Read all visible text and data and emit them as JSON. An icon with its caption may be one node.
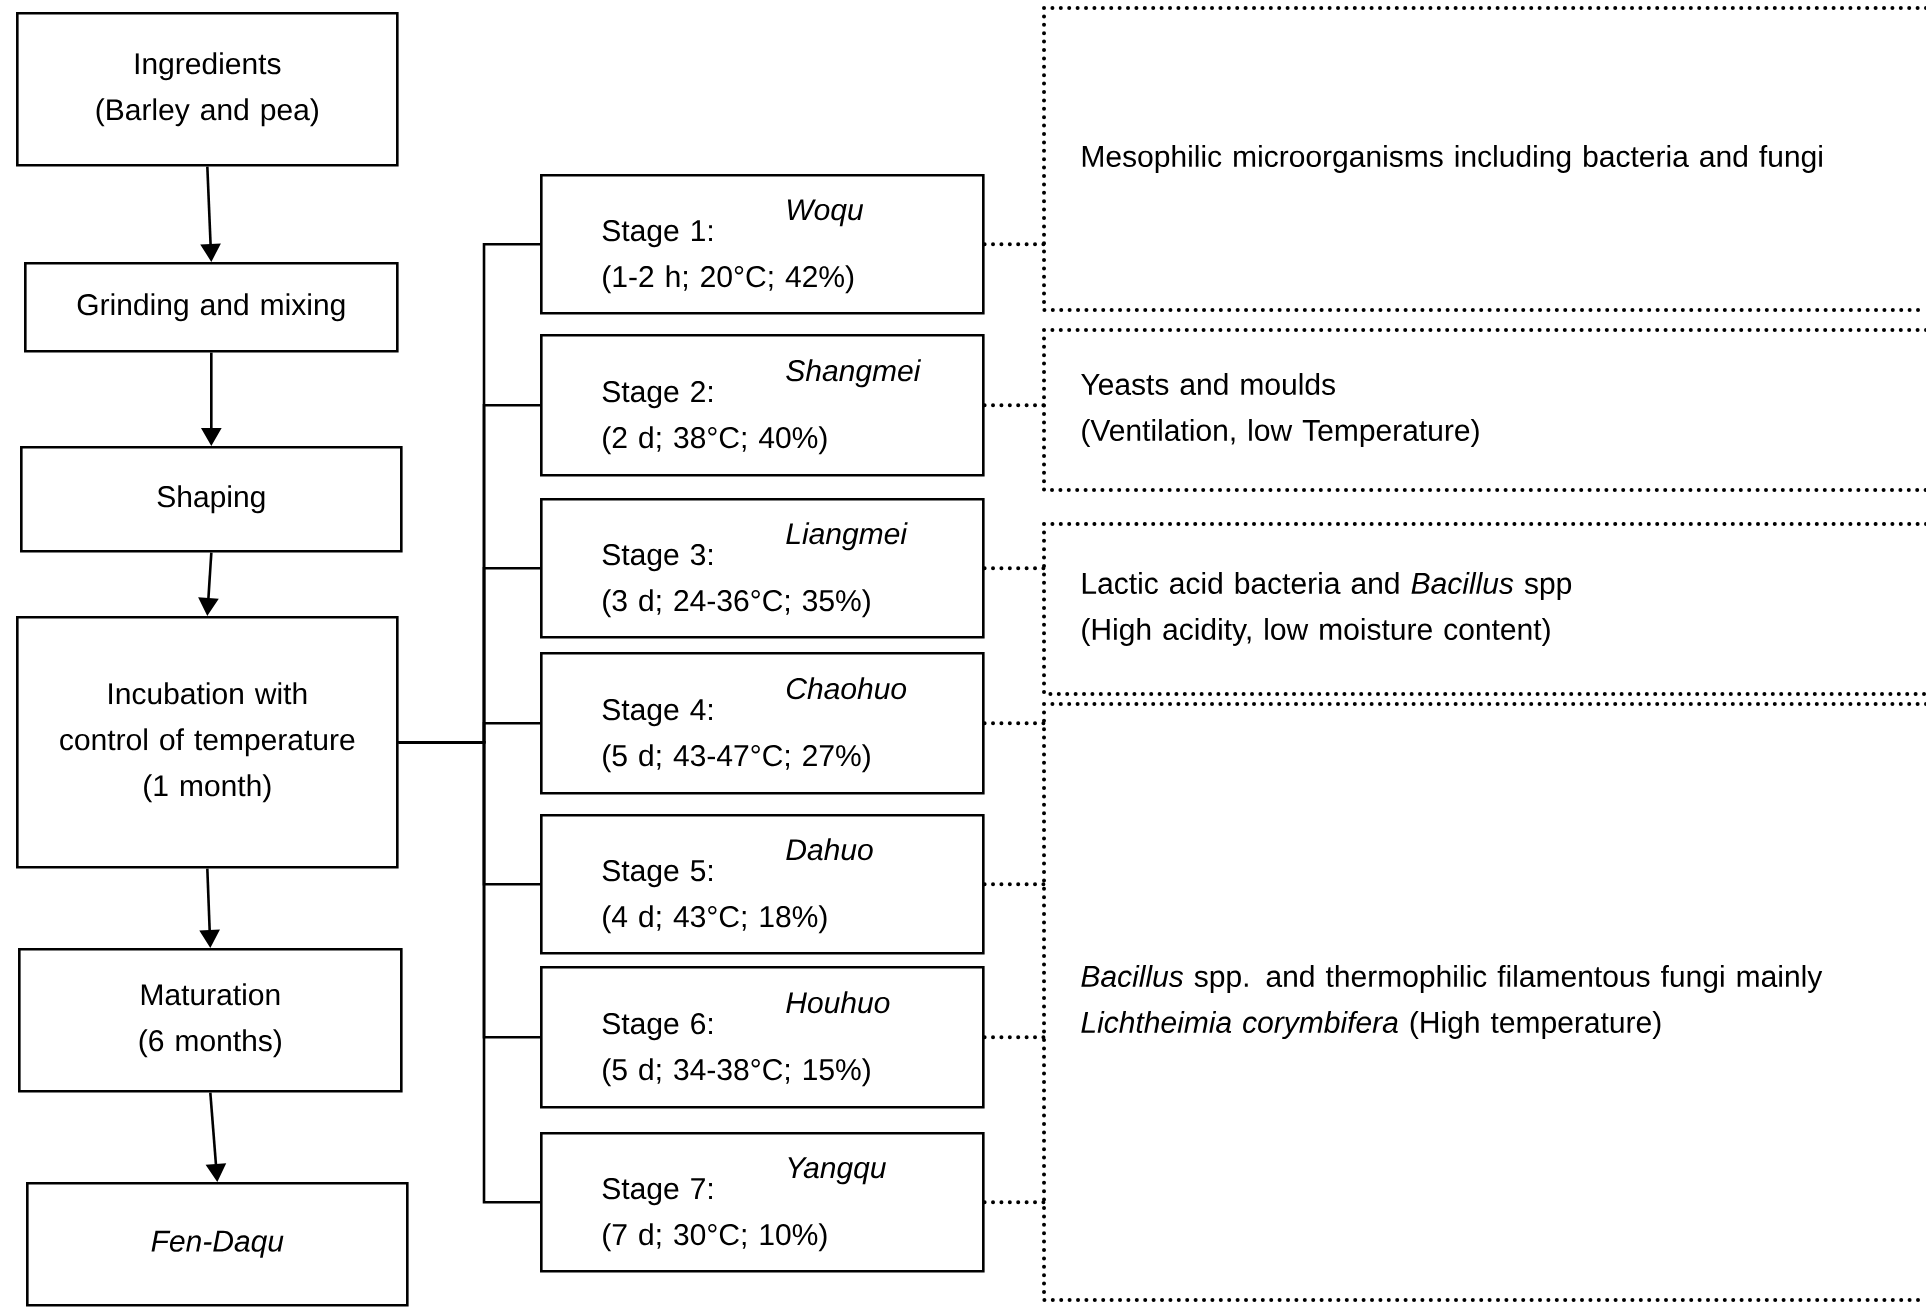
{
  "diagram": {
    "nodes": [
      {
        "text": [
          "Ingredients",
          "(Barley and pea)"
        ]
      },
      {
        "text": [
          "Grinding and mixing"
        ]
      },
      {
        "text": [
          "Shaping"
        ]
      },
      {
        "text": [
          "Incubation with control of temperature",
          "(1 month)"
        ]
      },
      {
        "text": [
          "Maturation",
          "(6 months)"
        ]
      },
      {
        "text": [
          "Fen-Daqu"
        ]
      },
      {
        "text": [
          "Stage 1:",
          "Woqu",
          "(1-2 h; 20°C; 42%)"
        ]
      },
      {
        "text": [
          "Stage 2:",
          "Shangmei",
          "(2 d; 38°C; 40%)"
        ]
      },
      {
        "text": [
          "Stage 3:",
          "Liangmei",
          "(3 d; 24-36°C; 35%)"
        ]
      },
      {
        "text": [
          "Stage 4:",
          "Chaohuo",
          "(5 d; 43-47°C; 27%)"
        ]
      },
      {
        "text": [
          "Stage 5:",
          "Dahuo",
          "(4 d; 43°C; 18%)"
        ]
      },
      {
        "text": [
          "Stage 6:",
          "Houhuo",
          "(5 d; 34-38°C; 15%)"
        ]
      },
      {
        "text": [
          "Stage 7:",
          "Yangqu",
          "(7 d; 30°C; 10%)"
        ]
      },
      {
        "text": [
          "Mesophilic microorganisms including bacteria and fungi"
        ]
      },
      {
        "text": [
          "Yeasts and moulds",
          "(Ventilation, low Temperature)"
        ]
      },
      {
        "text": [
          "Lactic acid bacteria and *Bacillus* spp",
          "(High acidity, low moisture content)"
        ]
      },
      {
        "text": [
          "*Bacillus* spp. and thermophilic filamentous fungi mainly *Lichtheimia corymbifera* (High temperature)"
        ]
      }
    ],
    "edges": [
      {
        "from": 0,
        "to": 1,
        "arrow": "to"
      },
      {
        "from": 1,
        "to": 2,
        "arrow": "to"
      },
      {
        "from": 2,
        "to": 3,
        "arrow": "to"
      },
      {
        "from": 3,
        "to": 4,
        "arrow": "to"
      },
      {
        "from": 4,
        "to": 5,
        "arrow": "to"
      },
      {
        "from": 3,
        "to": 6,
        "arrow": "none"
      },
      {
        "from": 3,
        "to": 7,
        "arrow": "none"
      },
      {
        "from": 3,
        "to": 8,
        "arrow": "none"
      },
      {
        "from": 3,
        "to": 9,
        "arrow": "none"
      },
      {
        "from": 3,
        "to": 10,
        "arrow": "none"
      },
      {
        "from": 3,
        "to": 11,
        "arrow": "none"
      },
      {
        "from": 3,
        "to": 12,
        "arrow": "none"
      },
      {
        "from": 6,
        "to": 13,
        "arrow": "none",
        "style": "dashed"
      },
      {
        "from": 7,
        "to": 14,
        "arrow": "none",
        "style": "dashed"
      },
      {
        "from": 8,
        "to": 15,
        "arrow": "none",
        "style": "dashed"
      },
      {
        "from": 9,
        "to": 16,
        "arrow": "none",
        "style": "dashed"
      },
      {
        "from": 10,
        "to": 16,
        "arrow": "none",
        "style": "dashed"
      },
      {
        "from": 11,
        "to": 16,
        "arrow": "none",
        "style": "dashed"
      },
      {
        "from": 12,
        "to": 16,
        "arrow": "none",
        "style": "dashed"
      }
    ]
  }
}
